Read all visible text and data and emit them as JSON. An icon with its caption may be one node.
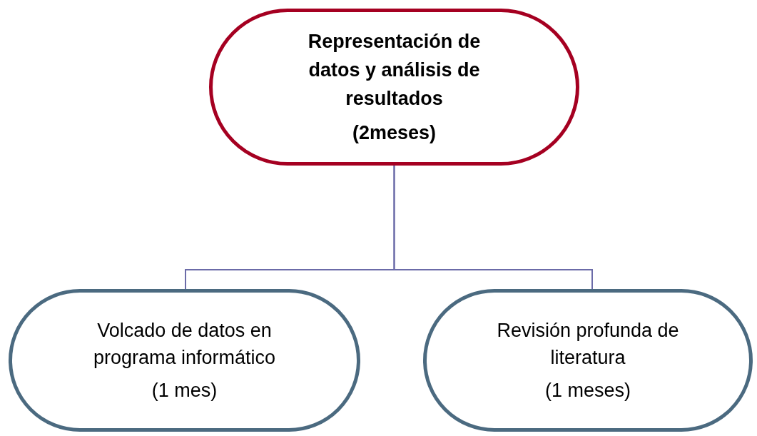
{
  "diagram": {
    "nodes": [
      {
        "text": [
          "Representación de datos y análisis de resultados",
          "(2meses)"
        ]
      },
      {
        "text": [
          "Volcado de datos en programa informático",
          "(1 mes)"
        ]
      },
      {
        "text": [
          "Revisión profunda de literatura",
          "(1 meses)"
        ]
      }
    ],
    "edges": [
      {
        "from": 0,
        "to": 1,
        "arrow": "none"
      },
      {
        "from": 0,
        "to": 2,
        "arrow": "none"
      }
    ]
  }
}
